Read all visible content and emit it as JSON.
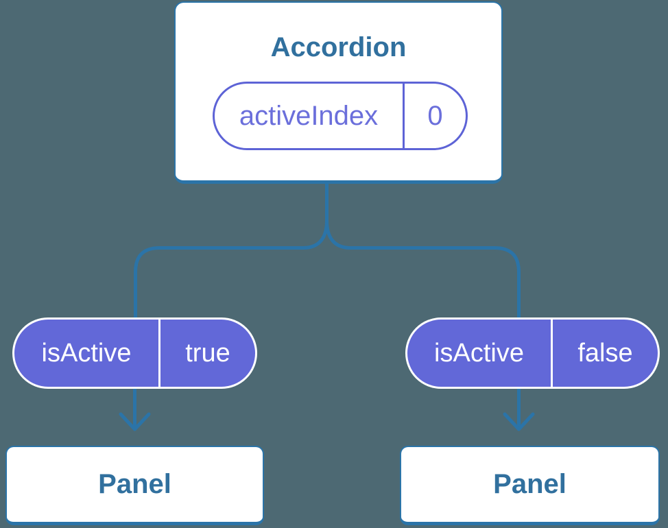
{
  "colors": {
    "bg": "#4d6973",
    "line": "#2b74a8",
    "heading": "#31709e",
    "pillFill": "#6268d8",
    "pillOutline": "#5d63d6",
    "propText": "#6b6fdb",
    "pillText": "#ffffff",
    "boxBg": "#ffffff"
  },
  "tree": {
    "root": {
      "title": "Accordion",
      "state": {
        "name": "activeIndex",
        "value": "0"
      }
    },
    "children": [
      {
        "prop": {
          "name": "isActive",
          "value": "true"
        },
        "panel_label": "Panel"
      },
      {
        "prop": {
          "name": "isActive",
          "value": "false"
        },
        "panel_label": "Panel"
      }
    ]
  }
}
